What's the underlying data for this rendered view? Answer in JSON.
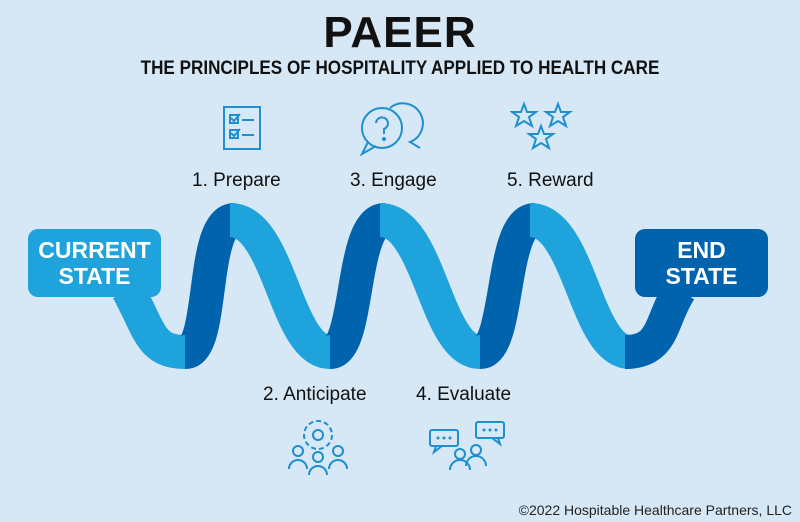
{
  "title": "PAEER",
  "subtitle": "THE PRINCIPLES OF HOSPITALITY APPLIED TO HEALTH CARE",
  "steps": [
    {
      "label": "1. Prepare",
      "icon": "checklist-icon"
    },
    {
      "label": "2. Anticipate",
      "icon": "team-gear-icon"
    },
    {
      "label": "3. Engage",
      "icon": "question-chat-icon"
    },
    {
      "label": "4. Evaluate",
      "icon": "chat-bubbles-icon"
    },
    {
      "label": "5. Reward",
      "icon": "stars-icon"
    }
  ],
  "current_state": {
    "line1": "CURRENT",
    "line2": "STATE"
  },
  "end_state": {
    "line1": "END",
    "line2": "STATE"
  },
  "copyright": "©2022 Hospitable Healthcare Partners, LLC",
  "colors": {
    "background": "#d6e7f5",
    "light": "#1fa3dc",
    "dark": "#0063ae"
  }
}
